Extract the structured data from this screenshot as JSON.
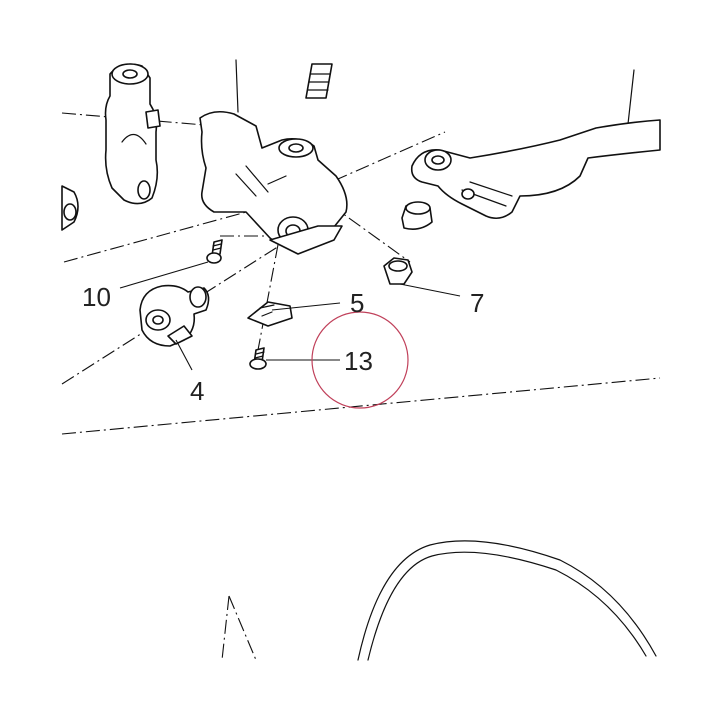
{
  "diagram": {
    "callouts": [
      {
        "id": "callout-10",
        "label": "10"
      },
      {
        "id": "callout-5",
        "label": "5"
      },
      {
        "id": "callout-7",
        "label": "7"
      },
      {
        "id": "callout-13",
        "label": "13"
      },
      {
        "id": "callout-4",
        "label": "4"
      }
    ],
    "highlight_color": "#c0405a",
    "line_color": "#111111"
  }
}
